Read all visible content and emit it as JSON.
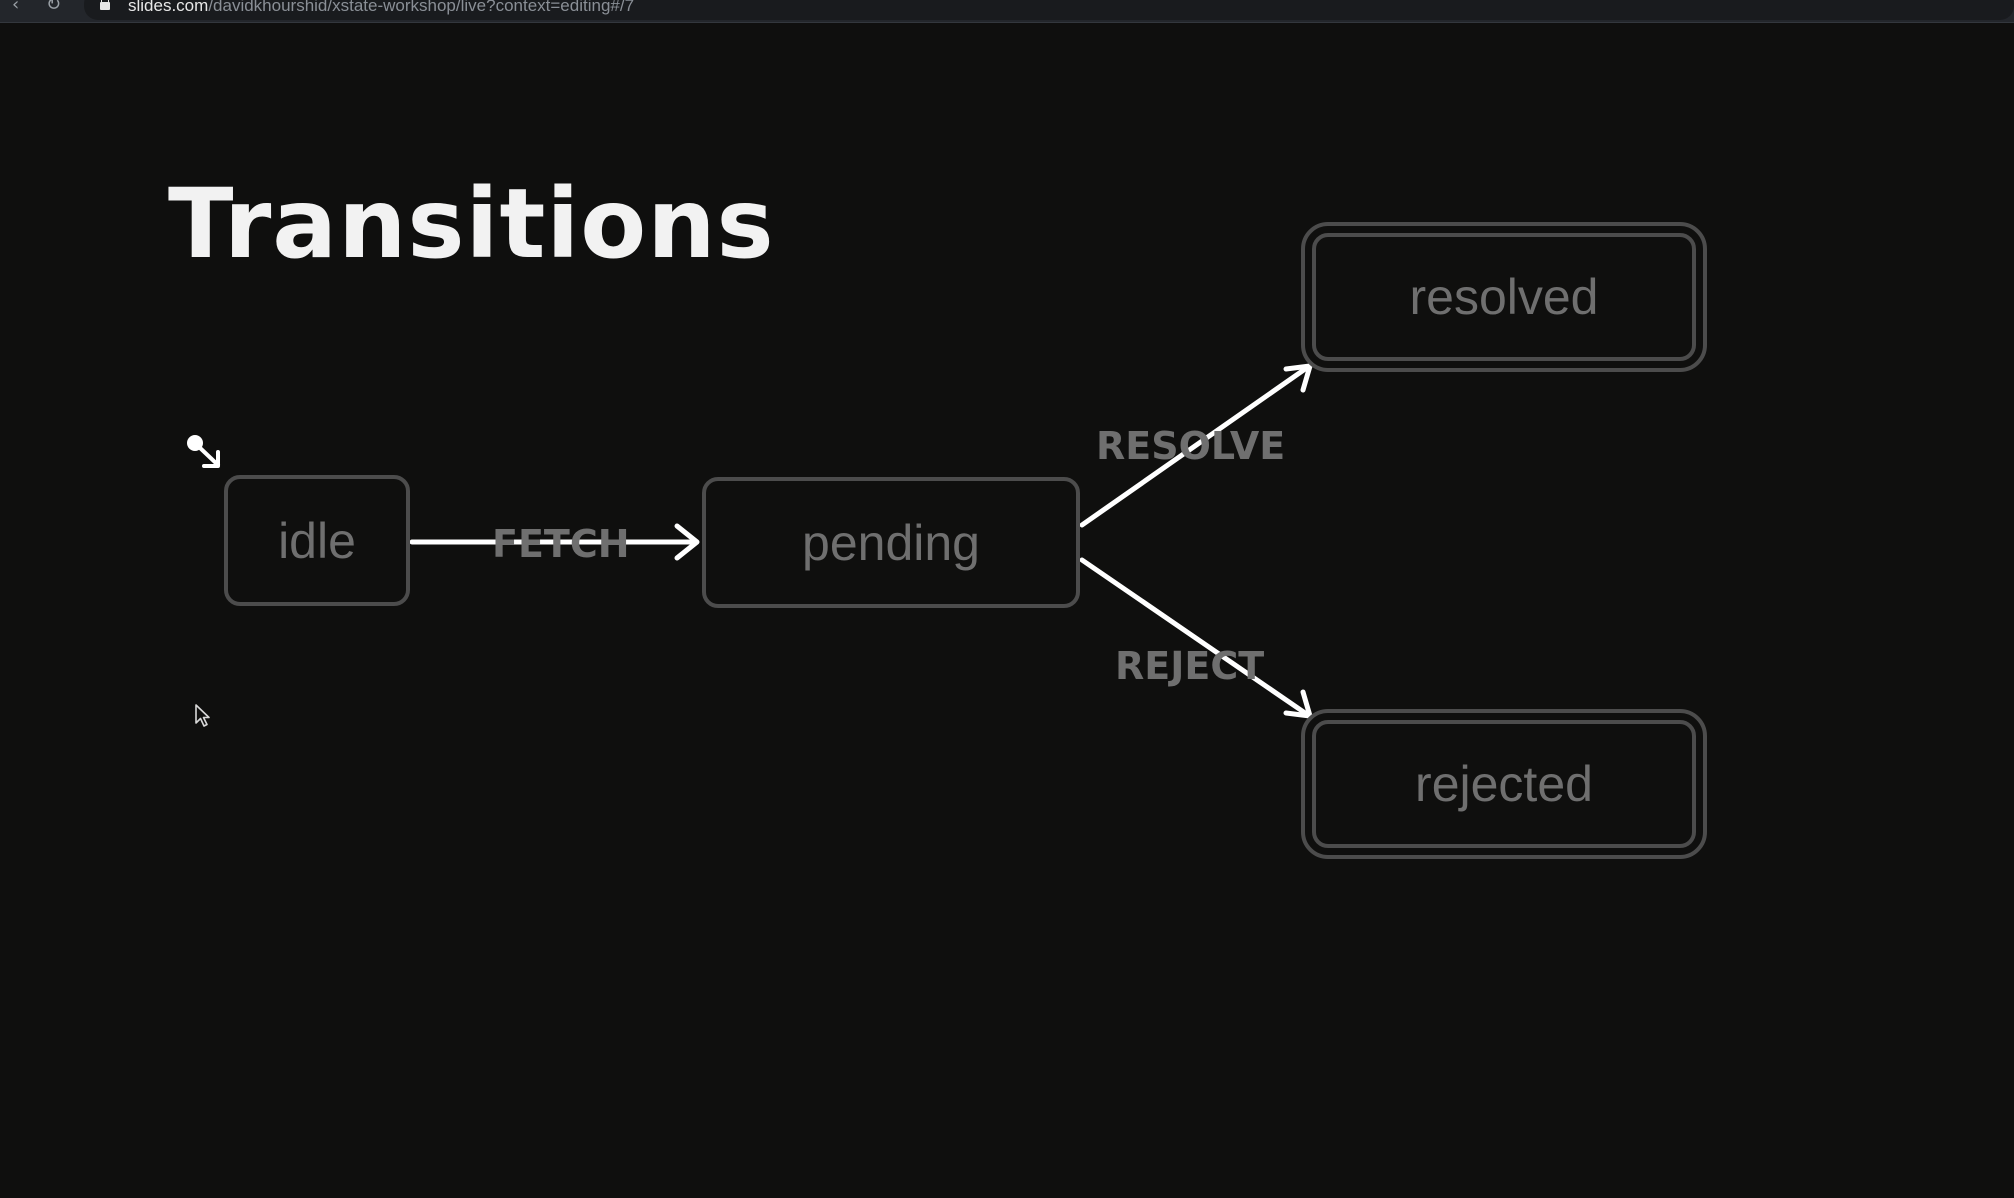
{
  "browser": {
    "url_host": "slides.com",
    "url_path": "/davidkhourshid/xstate-workshop/live?context=editing#/7"
  },
  "slide": {
    "title": "Transitions"
  },
  "diagram": {
    "states": {
      "idle": "idle",
      "pending": "pending",
      "resolved": "resolved",
      "rejected": "rejected"
    },
    "events": {
      "fetch": "FETCH",
      "resolve": "RESOLVE",
      "reject": "REJECT"
    }
  },
  "colors": {
    "background": "#0f0f0e",
    "title": "#f2f2f2",
    "state_border": "#4c4c4c",
    "state_text": "#6f6f6f",
    "arrow": "#ffffff"
  }
}
